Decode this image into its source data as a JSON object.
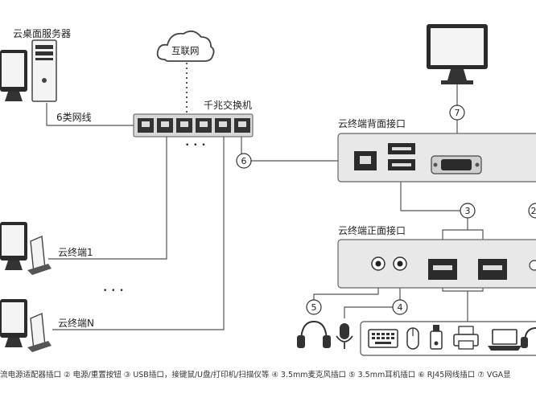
{
  "labels": {
    "server": "云桌面服务器",
    "internet": "互联网",
    "cable": "6类网线",
    "switch": "千兆交换机",
    "ellipsis": "• • •",
    "terminal1": "云终端1",
    "terminal_n": "云终端N",
    "back_panel": "云终端背面接口",
    "front_panel": "云终端正面接口",
    "vdots": "• • •"
  },
  "callouts": {
    "c2": "2",
    "c3": "3",
    "c4": "4",
    "c5": "5",
    "c6": "6",
    "c7": "7"
  },
  "legend": "流电源适配器插口  ② 电源/重置按钮  ③ USB插口，接键鼠/U盘/打印机/扫描仪等  ④ 3.5mm麦克风插口  ⑤ 3.5mm耳机插口  ⑥ RJ45网线插口  ⑦ VGA显",
  "icons": {
    "internet": "cloud-icon",
    "pc": "desktop-pc-icon",
    "monitor": "monitor-icon",
    "switch": "network-switch-icon",
    "peripherals": [
      "headphones-icon",
      "microphone-icon",
      "keyboard-icon",
      "mouse-icon",
      "usb-drive-icon",
      "printer-icon",
      "laptop-icon",
      "headset-icon"
    ]
  }
}
